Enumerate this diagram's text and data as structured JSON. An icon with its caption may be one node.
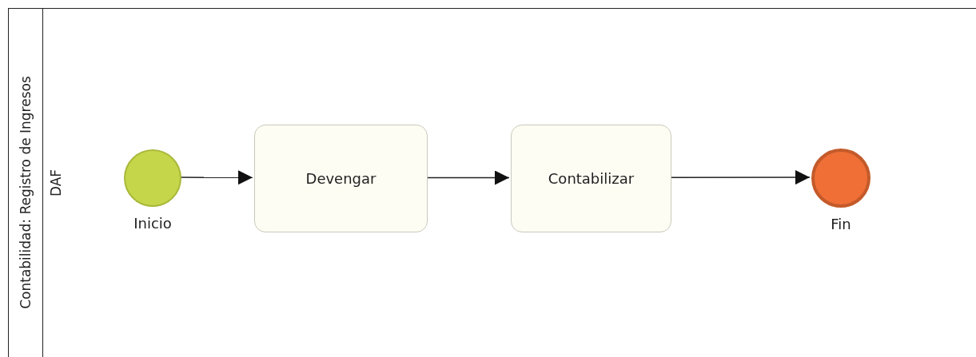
{
  "diagram": {
    "nodes": [
      {
        "text": [
          "Contabilidad: Registro de Ingresos"
        ]
      },
      {
        "text": [
          "DAF"
        ],
        "in": 0
      },
      {
        "text": [],
        "shape": "circle",
        "beside": [
          "Inicio"
        ],
        "in": 1
      },
      {
        "text": [
          "Devengar"
        ],
        "in": 1
      },
      {
        "text": [
          "Contabilizar"
        ],
        "in": 1
      },
      {
        "text": [],
        "shape": "circle",
        "beside": [
          "Fin"
        ],
        "in": 1
      }
    ],
    "edges": [
      {
        "from": 2,
        "to": 3,
        "arrow": "to"
      },
      {
        "from": 3,
        "to": 4,
        "arrow": "to"
      },
      {
        "from": 4,
        "to": 5,
        "arrow": "to"
      }
    ]
  }
}
